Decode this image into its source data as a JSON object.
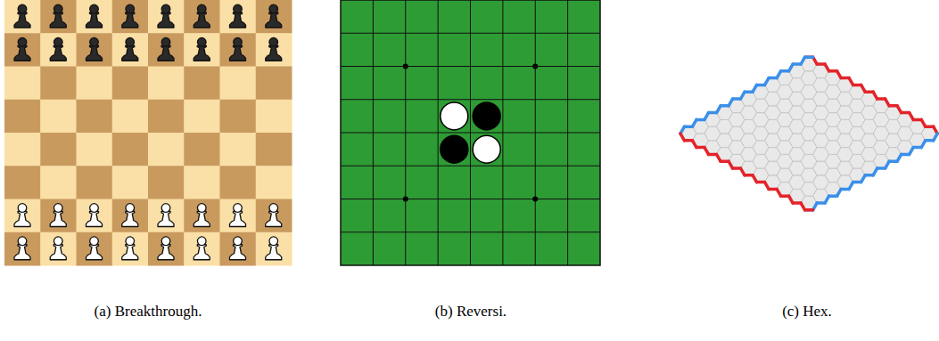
{
  "diagram": {
    "labels": [
      "(a) Breakthrough.",
      "(b) Reversi.",
      "(c) Hex."
    ]
  }
}
